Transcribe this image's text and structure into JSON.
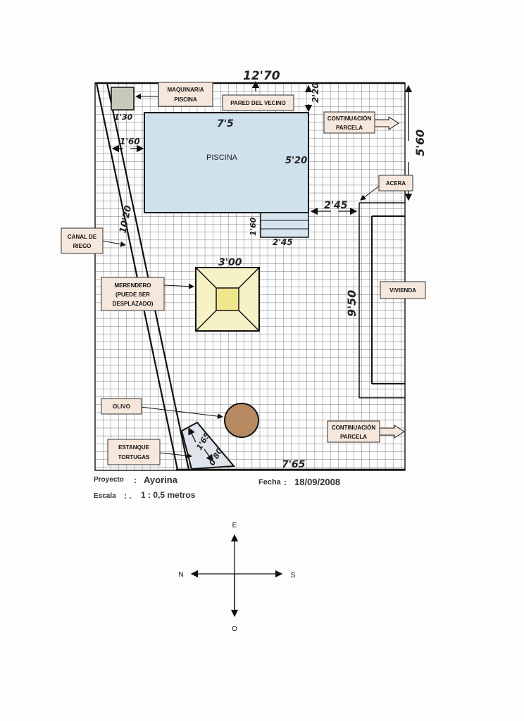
{
  "labels": {
    "maquinaria": [
      "MAQUINARIA",
      "PISCINA"
    ],
    "pared": "PARED DEL VECINO",
    "continuacion_top": [
      "CONTINUACIÓN",
      "PARCELA"
    ],
    "acera": "ACERA",
    "canal": [
      "CANAL DE",
      "RIEGO"
    ],
    "merendero": [
      "MERENDERO",
      "(PUEDE SER",
      "DESPLAZADO)"
    ],
    "vivienda": "VIVIENDA",
    "olivo": "OLIVO",
    "estanque": [
      "ESTANQUE",
      "TORTUGAS"
    ],
    "continuacion_bottom": [
      "CONTINUACIÓN",
      "PARCELA"
    ],
    "piscina": "PISCINA"
  },
  "dimensions": {
    "total_width": "12'70",
    "pool_length": "7'5",
    "pool_width": "5'20",
    "right_side": "5'60",
    "top_offset": "2'20",
    "machine_size": "1'30",
    "pool_left_offset": "1'60",
    "canal_length": "10'20",
    "steps_height": "1'60",
    "steps_width": "2'45",
    "pool_to_acera": "2'45",
    "merendero_size": "3'00",
    "vivienda_length": "9'50",
    "estanque_a": "1'65",
    "estanque_b": "0'80",
    "bottom_length": "7'65"
  },
  "project": {
    "proyecto_label": "Proyecto",
    "proyecto_value": "Ayorina",
    "fecha_label": "Fecha",
    "fecha_value": "18/09/2008",
    "escala_label": "Escala",
    "escala_value": "1 : 0,5 metros"
  },
  "compass": {
    "north": "N",
    "south": "S",
    "east": "E",
    "west": "O"
  },
  "colors": {
    "grid": "#3a3a3a",
    "pool": "#cfe2ec",
    "label_box": "#f6e7dc",
    "merendero": "#f7f2c6",
    "merendero_center": "#efe68e",
    "olivo": "#b88a62",
    "machine": "#c9c9bb"
  }
}
